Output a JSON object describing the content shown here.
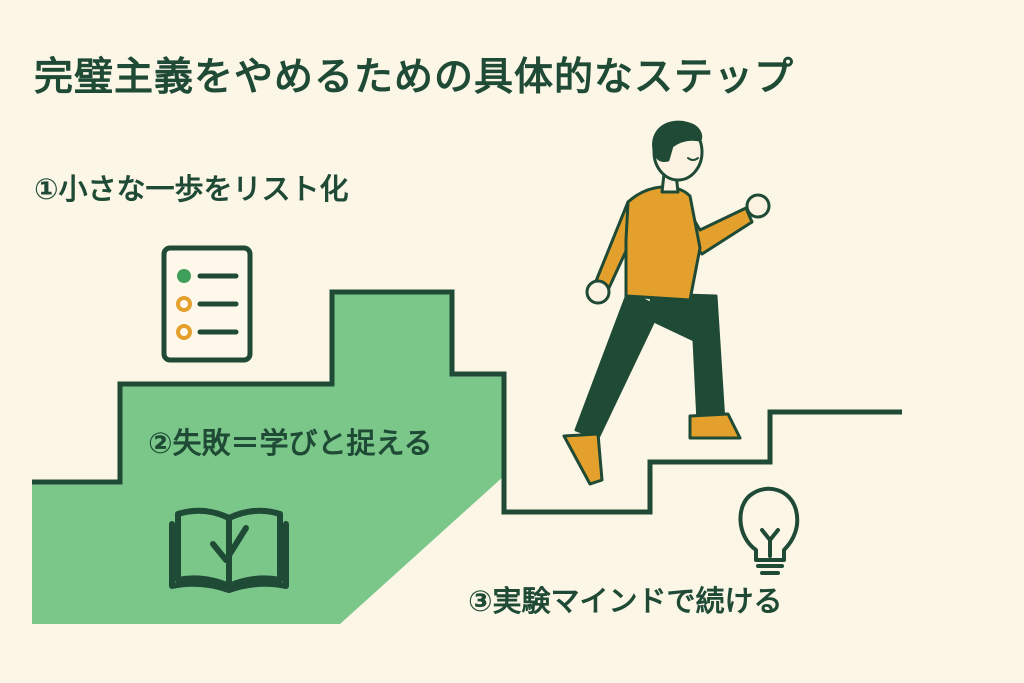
{
  "title": "完璧主義をやめるための具体的なステップ",
  "steps": [
    {
      "label": "①小さな一歩をリスト化",
      "icon": "checklist-icon"
    },
    {
      "label": "②失敗＝学びと捉える",
      "icon": "open-book-check-icon"
    },
    {
      "label": "③実験マインドで続ける",
      "icon": "lightbulb-icon"
    }
  ],
  "colors": {
    "background": "#fbf6e6",
    "dark_green": "#1f4a35",
    "light_green": "#7bc78a",
    "orange": "#e3a02c",
    "skin": "#fbf2e2"
  }
}
